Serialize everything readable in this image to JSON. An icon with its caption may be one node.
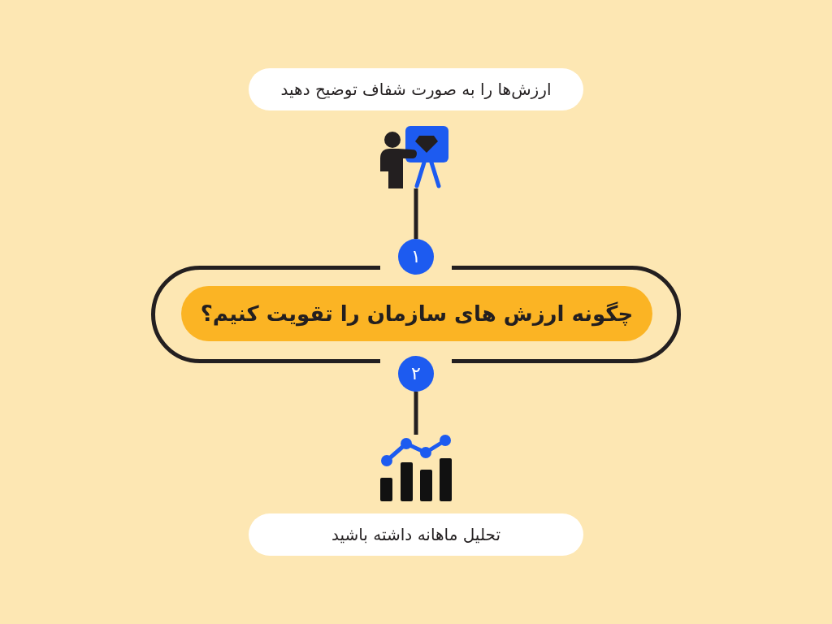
{
  "diagram": {
    "nodes": [
      {
        "text": [
          "ارزش‌ها را به صورت شفاف توضیح دهید"
        ]
      },
      {
        "text": [],
        "shape": "picture"
      },
      {
        "text": [
          "۱"
        ]
      },
      {
        "text": [],
        "shape": "stadium"
      },
      {
        "text": [
          "چگونه ارزش های سازمان را تقویت کنیم؟"
        ],
        "in": 3
      },
      {
        "text": [
          "۲"
        ]
      },
      {
        "text": [],
        "shape": "picture"
      },
      {
        "text": [
          "تحلیل ماهانه داشته باشید"
        ]
      }
    ],
    "edges": [
      {
        "from": 1,
        "to": 2,
        "arrow": "none"
      },
      {
        "from": 5,
        "to": 6,
        "arrow": "none"
      }
    ]
  }
}
